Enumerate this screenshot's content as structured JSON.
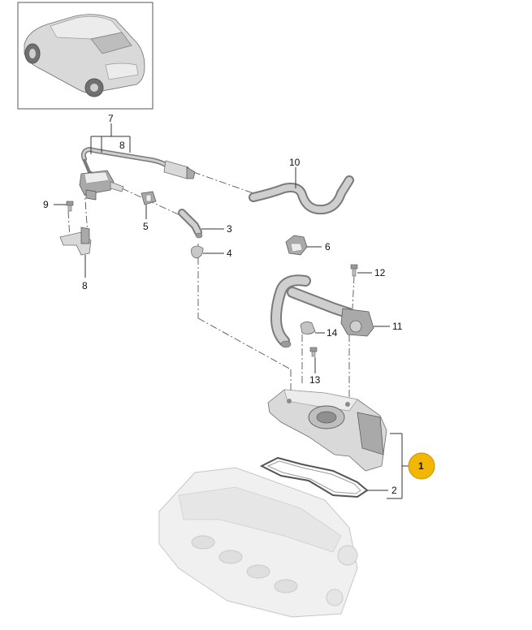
{
  "diagram": {
    "callouts": [
      {
        "id": "1",
        "label": "1",
        "highlight": true
      },
      {
        "id": "2",
        "label": "2"
      },
      {
        "id": "3",
        "label": "3"
      },
      {
        "id": "4",
        "label": "4"
      },
      {
        "id": "5",
        "label": "5"
      },
      {
        "id": "6",
        "label": "6"
      },
      {
        "id": "7",
        "label": "7"
      },
      {
        "id": "8a",
        "label": "8"
      },
      {
        "id": "8b",
        "label": "8"
      },
      {
        "id": "9",
        "label": "9"
      },
      {
        "id": "10",
        "label": "10"
      },
      {
        "id": "11",
        "label": "11"
      },
      {
        "id": "12",
        "label": "12"
      },
      {
        "id": "13",
        "label": "13"
      },
      {
        "id": "14",
        "label": "14"
      }
    ],
    "colors": {
      "highlight": "#f2b705",
      "highlight_stroke": "#c99400",
      "line": "#333333",
      "part_fill": "#d9d9d9"
    }
  }
}
